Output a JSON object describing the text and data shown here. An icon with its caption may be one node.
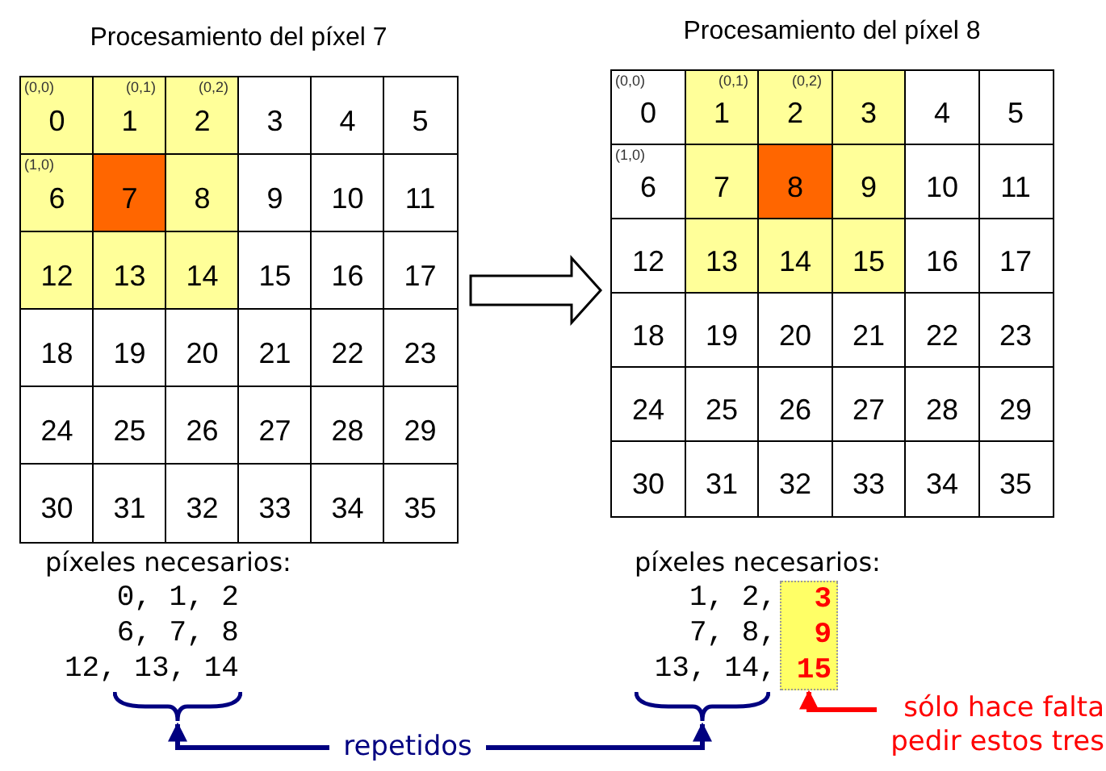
{
  "diagram": {
    "nodes": [
      {
        "text": [
          "Procesamiento del píxel 7"
        ]
      },
      {
        "text": [
          "(0,0)",
          "0"
        ],
        "in": 0
      },
      {
        "text": [
          "(0,1)",
          "1"
        ],
        "in": 0
      },
      {
        "text": [
          "(0,2)",
          "2"
        ],
        "in": 0
      },
      {
        "text": [
          "3"
        ],
        "in": 0
      },
      {
        "text": [
          "4"
        ],
        "in": 0
      },
      {
        "text": [
          "5"
        ],
        "in": 0
      },
      {
        "text": [
          "(1,0)",
          "6"
        ],
        "in": 0
      },
      {
        "text": [
          "7"
        ],
        "in": 0
      },
      {
        "text": [
          "8"
        ],
        "in": 0
      },
      {
        "text": [
          "9"
        ],
        "in": 0
      },
      {
        "text": [
          "10"
        ],
        "in": 0
      },
      {
        "text": [
          "11"
        ],
        "in": 0
      },
      {
        "text": [
          "12"
        ],
        "in": 0
      },
      {
        "text": [
          "13"
        ],
        "in": 0
      },
      {
        "text": [
          "14"
        ],
        "in": 0
      },
      {
        "text": [
          "15"
        ],
        "in": 0
      },
      {
        "text": [
          "16"
        ],
        "in": 0
      },
      {
        "text": [
          "17"
        ],
        "in": 0
      },
      {
        "text": [
          "18"
        ],
        "in": 0
      },
      {
        "text": [
          "19"
        ],
        "in": 0
      },
      {
        "text": [
          "20"
        ],
        "in": 0
      },
      {
        "text": [
          "21"
        ],
        "in": 0
      },
      {
        "text": [
          "22"
        ],
        "in": 0
      },
      {
        "text": [
          "23"
        ],
        "in": 0
      },
      {
        "text": [
          "24"
        ],
        "in": 0
      },
      {
        "text": [
          "25"
        ],
        "in": 0
      },
      {
        "text": [
          "26"
        ],
        "in": 0
      },
      {
        "text": [
          "27"
        ],
        "in": 0
      },
      {
        "text": [
          "28"
        ],
        "in": 0
      },
      {
        "text": [
          "29"
        ],
        "in": 0
      },
      {
        "text": [
          "30"
        ],
        "in": 0
      },
      {
        "text": [
          "31"
        ],
        "in": 0
      },
      {
        "text": [
          "32"
        ],
        "in": 0
      },
      {
        "text": [
          "33"
        ],
        "in": 0
      },
      {
        "text": [
          "34"
        ],
        "in": 0
      },
      {
        "text": [
          "35"
        ],
        "in": 0
      },
      {
        "text": [
          "Procesamiento del píxel 8"
        ]
      },
      {
        "text": [
          "(0,0)",
          "0"
        ],
        "in": 37
      },
      {
        "text": [
          "(0,1)",
          "1"
        ],
        "in": 37
      },
      {
        "text": [
          "(0,2)",
          "2"
        ],
        "in": 37
      },
      {
        "text": [
          "3"
        ],
        "in": 37
      },
      {
        "text": [
          "4"
        ],
        "in": 37
      },
      {
        "text": [
          "5"
        ],
        "in": 37
      },
      {
        "text": [
          "(1,0)",
          "6"
        ],
        "in": 37
      },
      {
        "text": [
          "7"
        ],
        "in": 37
      },
      {
        "text": [
          "8"
        ],
        "in": 37
      },
      {
        "text": [
          "9"
        ],
        "in": 37
      },
      {
        "text": [
          "10"
        ],
        "in": 37
      },
      {
        "text": [
          "11"
        ],
        "in": 37
      },
      {
        "text": [
          "12"
        ],
        "in": 37
      },
      {
        "text": [
          "13"
        ],
        "in": 37
      },
      {
        "text": [
          "14"
        ],
        "in": 37
      },
      {
        "text": [
          "15"
        ],
        "in": 37
      },
      {
        "text": [
          "16"
        ],
        "in": 37
      },
      {
        "text": [
          "17"
        ],
        "in": 37
      },
      {
        "text": [
          "18"
        ],
        "in": 37
      },
      {
        "text": [
          "19"
        ],
        "in": 37
      },
      {
        "text": [
          "20"
        ],
        "in": 37
      },
      {
        "text": [
          "21"
        ],
        "in": 37
      },
      {
        "text": [
          "22"
        ],
        "in": 37
      },
      {
        "text": [
          "23"
        ],
        "in": 37
      },
      {
        "text": [
          "24"
        ],
        "in": 37
      },
      {
        "text": [
          "25"
        ],
        "in": 37
      },
      {
        "text": [
          "26"
        ],
        "in": 37
      },
      {
        "text": [
          "27"
        ],
        "in": 37
      },
      {
        "text": [
          "28"
        ],
        "in": 37
      },
      {
        "text": [
          "29"
        ],
        "in": 37
      },
      {
        "text": [
          "30"
        ],
        "in": 37
      },
      {
        "text": [
          "31"
        ],
        "in": 37
      },
      {
        "text": [
          "32"
        ],
        "in": 37
      },
      {
        "text": [
          "33"
        ],
        "in": 37
      },
      {
        "text": [
          "34"
        ],
        "in": 37
      },
      {
        "text": [
          "35"
        ],
        "in": 37
      },
      {
        "text": [
          "píxeles necesarios:",
          "0, 1, 2",
          "6, 7, 8",
          "12, 13, 14"
        ]
      },
      {
        "text": [],
        "shape": "bracket"
      },
      {
        "text": [
          "píxeles necesarios:",
          "1, 2,",
          "7, 8,",
          "13, 14,"
        ]
      },
      {
        "text": [
          "3",
          "9",
          "15"
        ],
        "in": 76
      },
      {
        "text": [],
        "shape": "bracket"
      },
      {
        "text": [
          "repetidos"
        ]
      },
      {
        "text": [
          "sólo hace falta pedir estos tres"
        ]
      }
    ],
    "edges": [
      {
        "from": 0,
        "to": 37,
        "arrow": "to",
        "style": "thick"
      },
      {
        "from": 79,
        "to": 75,
        "arrow": "to",
        "color": "#000080"
      },
      {
        "from": 79,
        "to": 78,
        "arrow": "to",
        "color": "#000080"
      },
      {
        "from": 80,
        "to": 77,
        "arrow": "to",
        "color": "#ff0000"
      }
    ]
  }
}
